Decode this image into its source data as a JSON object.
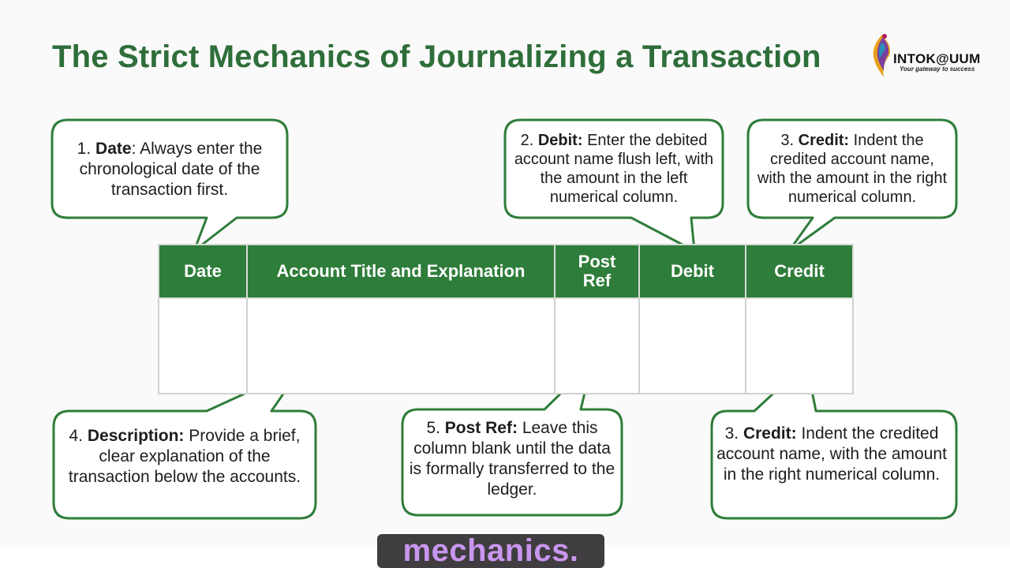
{
  "title": "The Strict Mechanics of Journalizing a Transaction",
  "logo": {
    "name": "INTOK@UUM",
    "tagline": "Your gateway to success"
  },
  "table": {
    "headers": [
      "Date",
      "Account Title and Explanation",
      "Post Ref",
      "Debit",
      "Credit"
    ]
  },
  "callouts": [
    {
      "num": "1.",
      "term": "Date",
      "sep": ":",
      "text": " Always enter the chronological date of the transaction first."
    },
    {
      "num": "2.",
      "term": "Debit:",
      "sep": "",
      "text": " Enter the debited account name flush left, with the amount in the left numerical column."
    },
    {
      "num": "3.",
      "term": "Credit:",
      "sep": "",
      "text": " Indent the credited account name, with the amount in the right numerical column."
    },
    {
      "num": "4.",
      "term": "Description:",
      "sep": "",
      "text": " Provide a brief, clear explanation of the transaction below the accounts."
    },
    {
      "num": "5.",
      "term": "Post Ref:",
      "sep": "",
      "text": " Leave this column blank until the data is formally transferred to the ledger."
    },
    {
      "num": "3.",
      "term": "Credit:",
      "sep": "",
      "text": " Indent the credited account name, with the amount in the right numerical column."
    }
  ],
  "caption": "mechanics.",
  "colors": {
    "accent_green": "#2f7d3a",
    "title_green": "#2f6e3a",
    "caption_text": "#c996ef",
    "caption_bg": "#3f3d3f"
  }
}
